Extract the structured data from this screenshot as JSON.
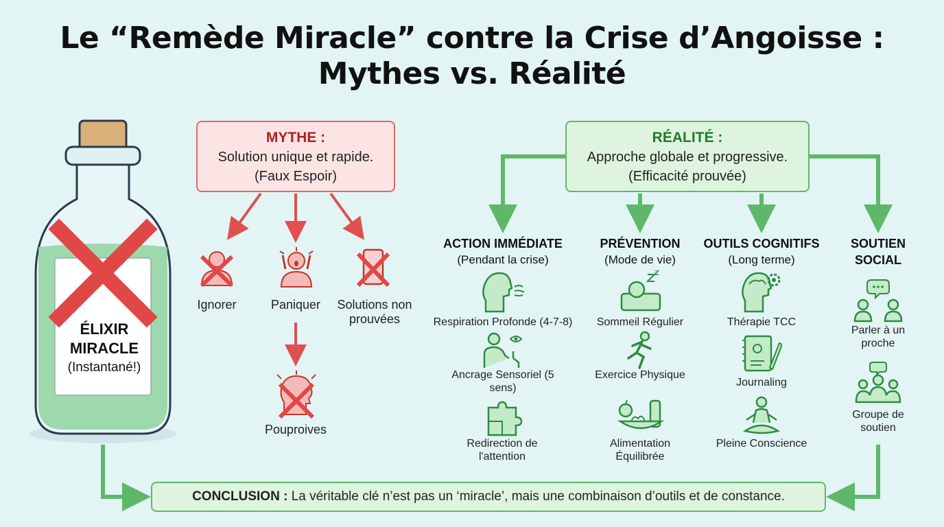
{
  "title": {
    "line1": "Le “Remède Miracle” contre la Crise d’Angoisse :",
    "line2": "Mythes vs. Réalité"
  },
  "bottle": {
    "label1": "ÉLIXIR",
    "label2": "MIRACLE",
    "label3": "(Instantané!)"
  },
  "myth": {
    "heading": "MYTHE :",
    "line1": "Solution unique et rapide.",
    "line2": "(Faux Espoir)",
    "items": [
      "Ignorer",
      "Paniquer",
      "Solutions non prouvées"
    ],
    "outcome": "Pouproives"
  },
  "reality": {
    "heading": "RÉALITÉ :",
    "line1": "Approche globale et progressive.",
    "line2": "(Efficacité prouvée)"
  },
  "columns": [
    {
      "title": "ACTION IMMÉDIATE",
      "subtitle": "(Pendant la crise)",
      "items": [
        "Respiration Profonde (4-7-8)",
        "Ancrage Sensoriel (5 sens)",
        "Redirection de l'attention"
      ]
    },
    {
      "title": "PRÉVENTION",
      "subtitle": "(Mode de vie)",
      "items": [
        "Sommeil Régulier",
        "Exercice Physique",
        "Alimentation Équilibrée"
      ]
    },
    {
      "title": "OUTILS COGNITIFS",
      "subtitle": "(Long terme)",
      "items": [
        "Thérapie TCC",
        "Journaling",
        "Pleine Conscience"
      ]
    },
    {
      "title": "SOUTIEN SOCIAL",
      "subtitle": "",
      "items": [
        "Parler à un proche",
        "Groupe de soutien"
      ]
    }
  ],
  "conclusion": {
    "label": "CONCLUSION :",
    "text": "La véritable clé n’est pas un ‘miracle’, mais une combinaison d’outils et de constance."
  },
  "colors": {
    "myth_red": "#e05050",
    "reality_green": "#5fb86a",
    "background": "#e3f4f4"
  }
}
